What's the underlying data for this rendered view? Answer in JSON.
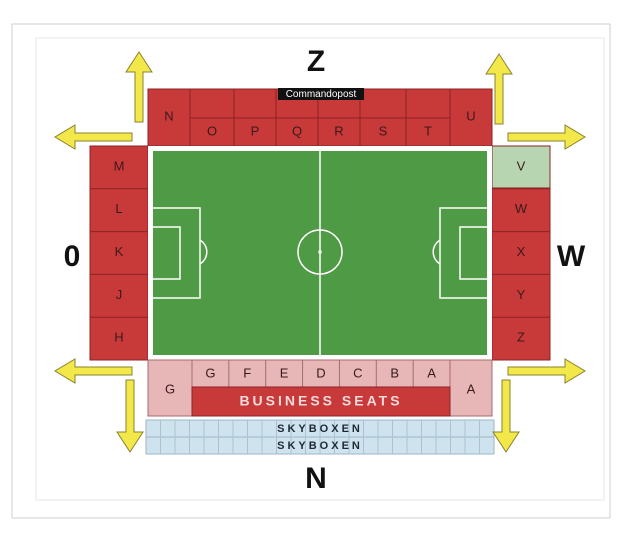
{
  "compass": {
    "north": "Z",
    "south": "N",
    "west": "0",
    "east": "W"
  },
  "top_stand": {
    "banner": "Commandopost",
    "corner_left": "N",
    "corner_right": "U",
    "sections": [
      "O",
      "P",
      "Q",
      "R",
      "S",
      "T"
    ]
  },
  "left_stand": {
    "sections": [
      "M",
      "L",
      "K",
      "J",
      "H"
    ]
  },
  "right_stand": {
    "sections": [
      "V",
      "W",
      "X",
      "Y",
      "Z"
    ]
  },
  "bottom_stand": {
    "corner_left": "G",
    "corner_right": "A",
    "sections": [
      "G",
      "F",
      "E",
      "D",
      "C",
      "B",
      "A"
    ],
    "business": "BUSINESS SEATS",
    "skybox_1": "SKYBOXEN",
    "skybox_2": "SKYBOXEN"
  },
  "colors": {
    "stand_red": "#c8393a",
    "stand_line": "#8b2324",
    "pink": "#e7b7b8",
    "light_green": "#b7d5b0",
    "pitch": "#4f9a45",
    "skybox": "#cfe3ef",
    "arrow": "#f2e84a"
  }
}
